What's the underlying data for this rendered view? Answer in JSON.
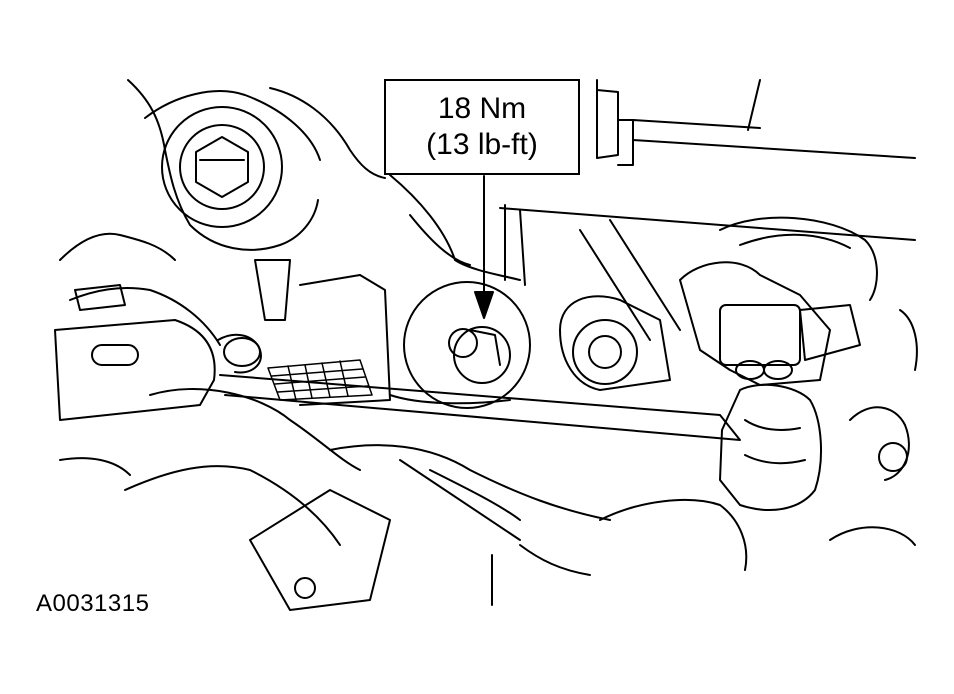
{
  "callout": {
    "torque_metric": "18 Nm",
    "torque_imperial": "(13 lb-ft)"
  },
  "figure_id": "A0031315",
  "colors": {
    "line": "#000000",
    "background": "#ffffff"
  }
}
